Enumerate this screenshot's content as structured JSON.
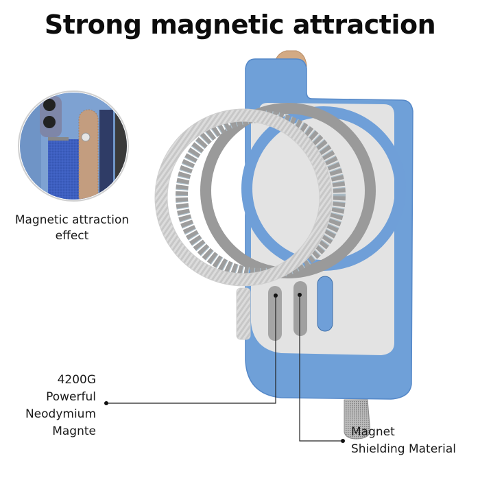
{
  "title": "Strong magnetic attraction",
  "inset": {
    "label_line1": "Magnetic attraction",
    "label_line2": "effect"
  },
  "callouts": {
    "left": {
      "lines": [
        "4200G",
        "Powerful",
        "Neodymium",
        "Magnte"
      ]
    },
    "right": {
      "lines": [
        "Magnet",
        "Shielding Material"
      ]
    }
  },
  "colors": {
    "plate_blue": "#6e9fd6",
    "plate_blue_dark": "#4f83c2",
    "silver": "#e4e4e4",
    "ring_gray": "#9a9a9a",
    "ring_light": "#d6d6d6",
    "strap_tan": "#c9a27c"
  }
}
